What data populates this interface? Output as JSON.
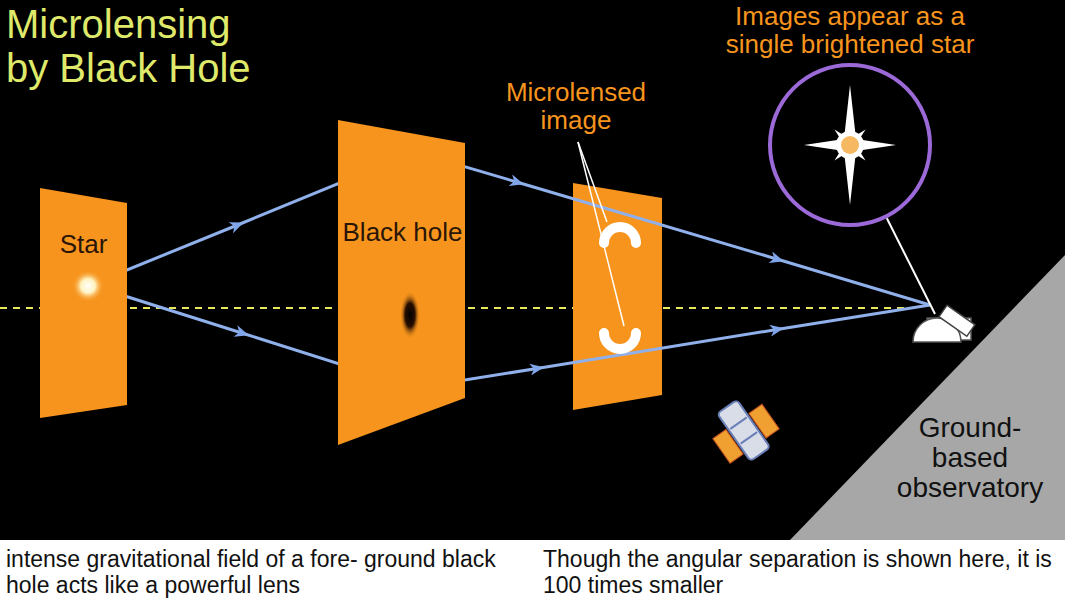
{
  "diagram": {
    "title": "Microlensing by Black Hole",
    "nodes": [
      {
        "text": [
          "Star"
        ]
      },
      {
        "text": [
          "Black hole"
        ]
      },
      {
        "text": [
          "Images appear as a single brightened star"
        ]
      },
      {
        "text": [
          "Ground- based observatory"
        ]
      }
    ],
    "edges": [
      {
        "from": 2,
        "to": 3,
        "arrow": "none"
      }
    ],
    "labels": [
      "Microlensed image",
      "intense gravitational field of a fore- ground black hole acts like a powerful lens",
      "Though the angular separation is shown here, it is 100 times smaller"
    ]
  }
}
